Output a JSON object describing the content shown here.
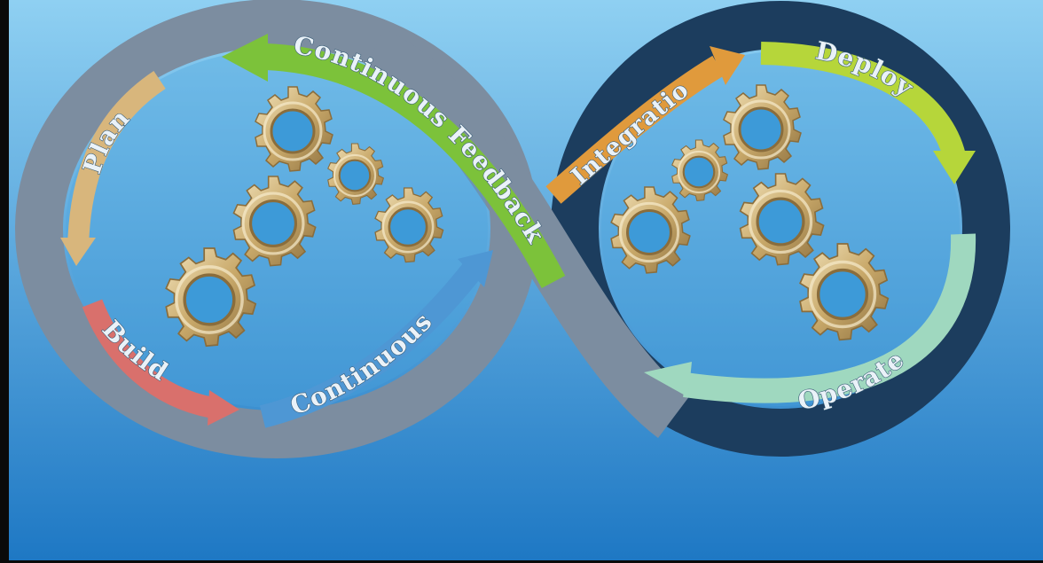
{
  "diagram": {
    "labels": {
      "plan": "Plan",
      "build": "Build",
      "continuous_left": "Continuous",
      "continuous_feedback": "Continuous Feedback",
      "integration": "Integration",
      "deploy": "Deploy",
      "operate": "Operate"
    },
    "colors": {
      "background_top": "#8fd0f2",
      "background_bottom": "#1e78c4",
      "left_band": "#7c8da0",
      "right_band": "#1c3d5e",
      "plan_arrow": "#d8b67c",
      "build_arrow": "#d9706c",
      "continuous_arrow": "#4e97d4",
      "feedback_arrow": "#7cc23a",
      "integration_arrow": "#e09a3c",
      "deploy_arrow": "#b6d63a",
      "operate_arrow": "#9fd8bf",
      "gear": "#d7c089"
    },
    "icons": [
      "gear-icon"
    ]
  }
}
